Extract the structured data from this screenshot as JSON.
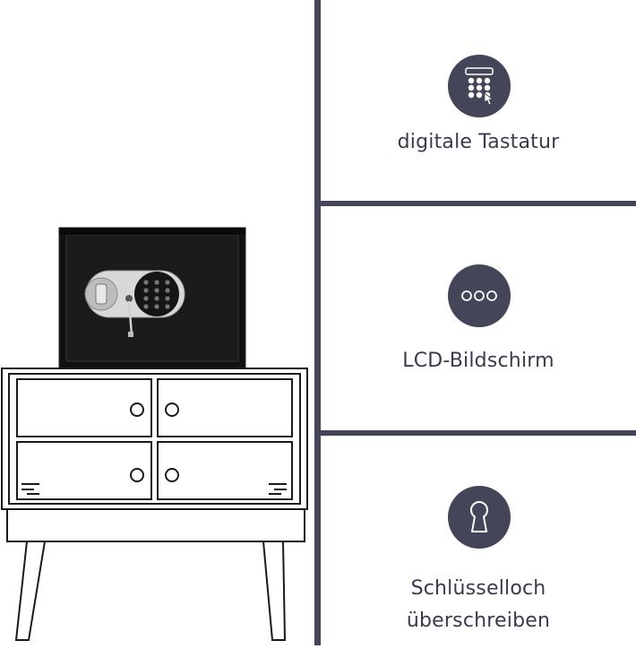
{
  "features": [
    {
      "label": "digitale Tastatur",
      "icon": "keypad-icon"
    },
    {
      "label": "LCD-Bildschirm",
      "icon": "dots-icon"
    },
    {
      "label": "Schlüsselloch",
      "label2": "überschreiben",
      "icon": "keyhole-icon"
    }
  ],
  "colors": {
    "accent": "#45455a",
    "text": "#3a3a4f",
    "background": "#ffffff"
  }
}
